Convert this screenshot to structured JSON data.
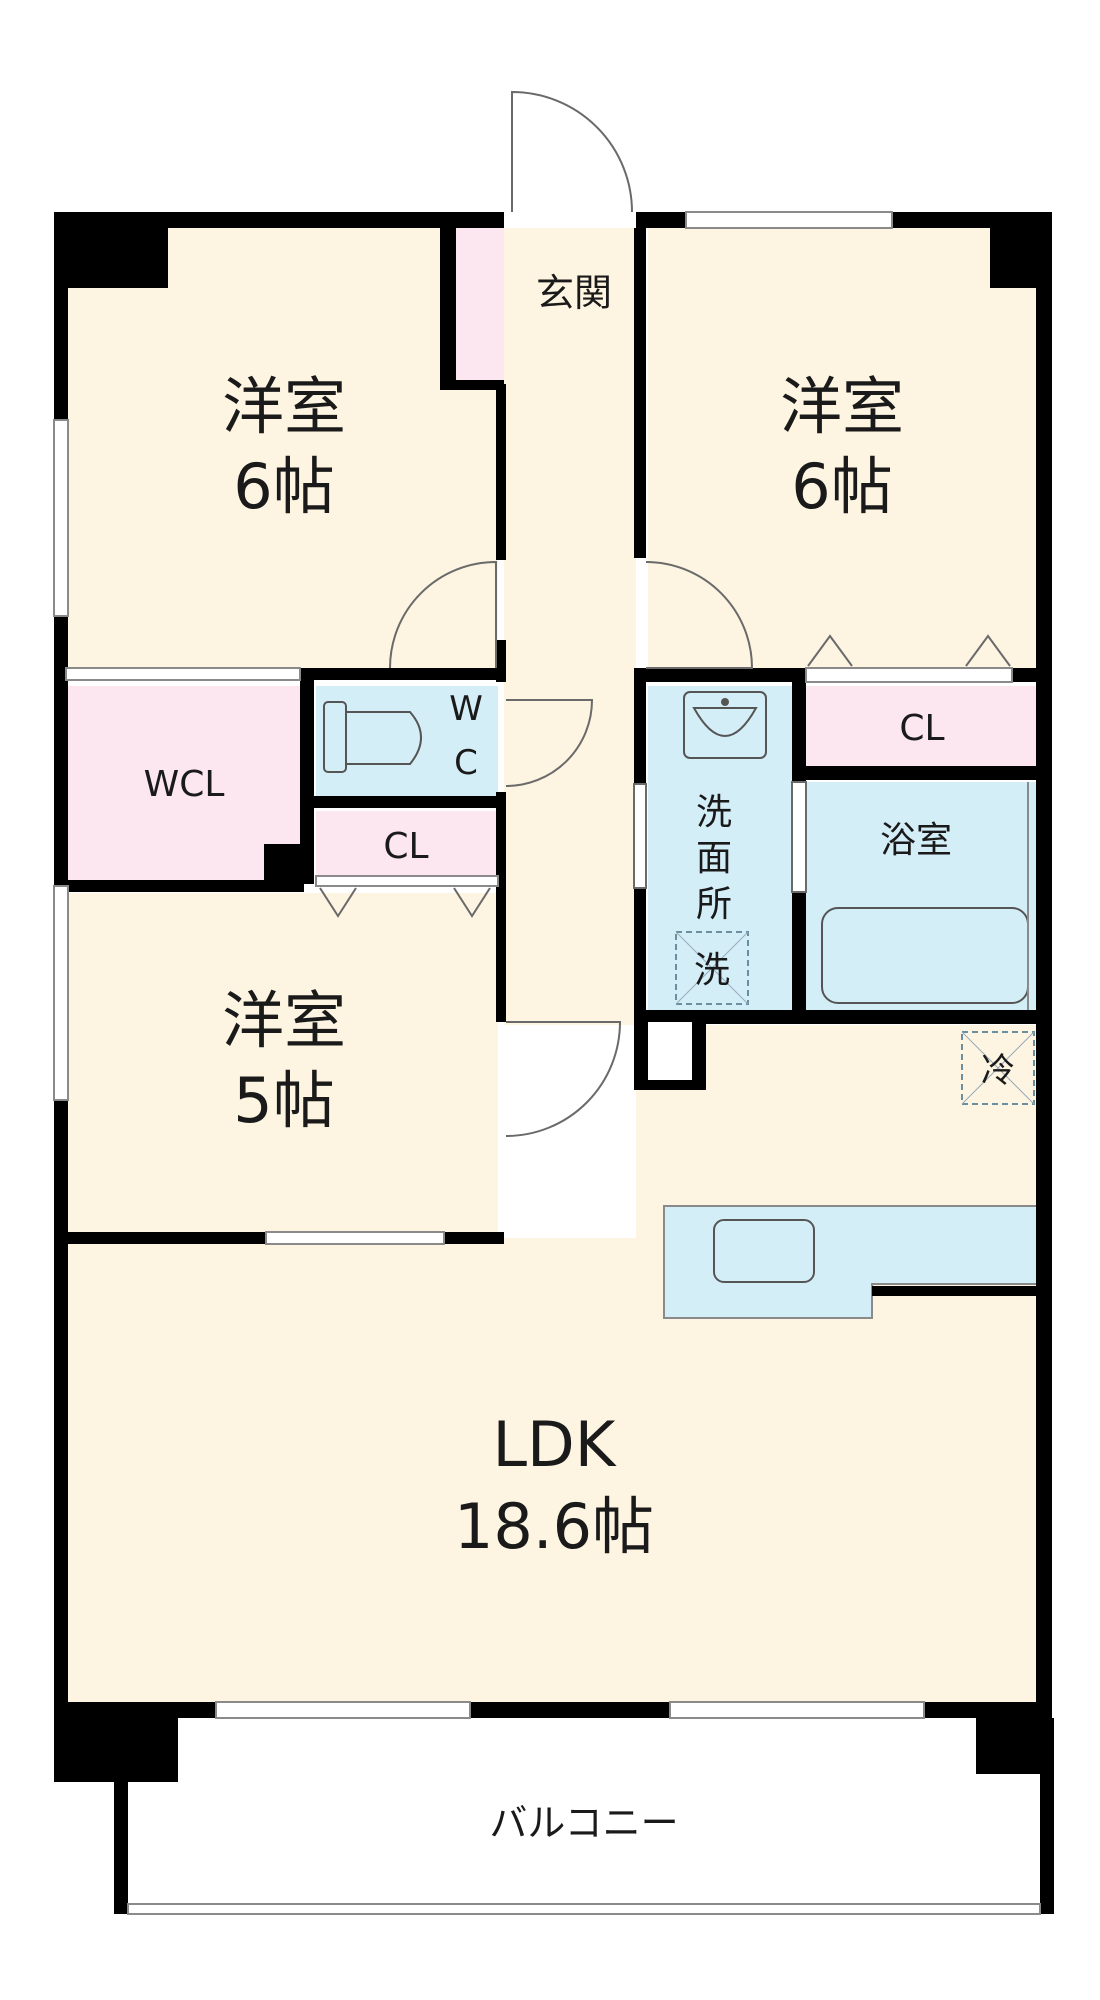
{
  "colors": {
    "room_beige": "#fdf5e2",
    "closet_pink": "#fce6ef",
    "water_blue": "#d4eef8",
    "wall": "#000000",
    "line": "#8a8a8a"
  },
  "rooms": {
    "western_1": {
      "name": "洋室",
      "size": "6帖"
    },
    "western_2": {
      "name": "洋室",
      "size": "6帖"
    },
    "western_3": {
      "name": "洋室",
      "size": "5帖"
    },
    "ldk": {
      "name": "LDK",
      "size": "18.6帖"
    },
    "entrance": {
      "name": "玄関"
    },
    "wcl": {
      "name": "WCL"
    },
    "wc": {
      "line1": "W",
      "line2": "C"
    },
    "cl_small": {
      "name": "CL"
    },
    "cl_right": {
      "name": "CL"
    },
    "bath": {
      "name": "浴室"
    },
    "washroom": {
      "line1": "洗",
      "line2": "面",
      "line3": "所"
    },
    "washer": {
      "name": "洗"
    },
    "fridge": {
      "name": "冷"
    },
    "balcony": {
      "name": "バルコニー"
    }
  }
}
